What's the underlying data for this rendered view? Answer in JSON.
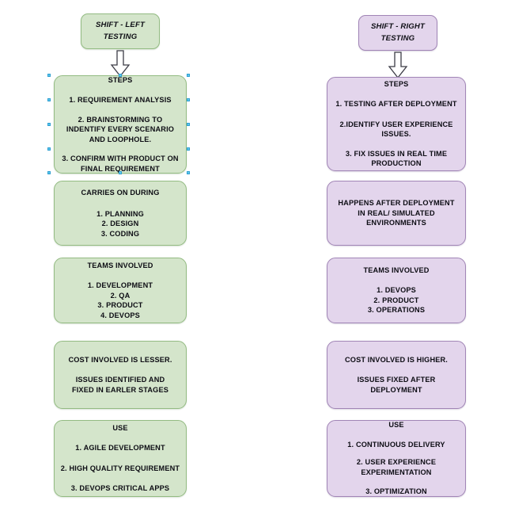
{
  "diagram": {
    "title_left": "SHIFT - LEFT\nTESTING",
    "title_right": "SHIFT - RIGHT\nTESTING",
    "colors": {
      "green_fill": "#d4e5cb",
      "green_border": "#93bb82",
      "purple_fill": "#e3d5ec",
      "purple_border": "#a185b6",
      "selection_handle": "#5ec8f0",
      "arrow_outline": "#3c3c46",
      "arrow_fill": "#ffffff",
      "text": "#0d0d14",
      "background": "#ffffff"
    },
    "left_column": {
      "steps": {
        "header": "STEPS",
        "item1": "1. REQUIREMENT ANALYSIS",
        "item2": "2. BRAINSTORMING TO\nINDENTIFY EVERY SCENARIO\nAND LOOPHOLE.",
        "item3": "3. CONFIRM WITH PRODUCT ON\nFINAL REQUIREMENT"
      },
      "carries": {
        "header": "CARRIES ON DURING",
        "items": "1. PLANNING\n2. DESIGN\n3. CODING"
      },
      "teams": {
        "header": "TEAMS INVOLVED",
        "items": "1. DEVELOPMENT\n2. QA\n3. PRODUCT\n4. DEVOPS"
      },
      "cost": {
        "line1": "COST INVOLVED IS LESSER.",
        "line2": "ISSUES IDENTIFIED AND\nFIXED IN EARLER STAGES"
      },
      "use": {
        "header": "USE",
        "item1": "1. AGILE DEVELOPMENT",
        "item2": "2. HIGH QUALITY REQUIREMENT",
        "item3": "3. DEVOPS CRITICAL APPS"
      }
    },
    "right_column": {
      "steps": {
        "header": "STEPS",
        "item1": "1. TESTING AFTER DEPLOYMENT",
        "item2": "2.IDENTIFY USER EXPERIENCE\nISSUES.",
        "item3": "3. FIX ISSUES IN REAL TIME\nPRODUCTION"
      },
      "happens": {
        "text": "HAPPENS AFTER DEPLOYMENT\nIN REAL/ SIMULATED\nENVIRONMENTS"
      },
      "teams": {
        "header": "TEAMS INVOLVED",
        "items": "1. DEVOPS\n2. PRODUCT\n3. OPERATIONS"
      },
      "cost": {
        "line1": "COST INVOLVED IS HIGHER.",
        "line2": "ISSUES FIXED AFTER\nDEPLOYMENT"
      },
      "use": {
        "header": "USE",
        "item1": "1. CONTINUOUS DELIVERY",
        "item2": "2. USER EXPERIENCE\nEXPERIMENTATION",
        "item3": "3. OPTIMIZATION"
      }
    }
  }
}
